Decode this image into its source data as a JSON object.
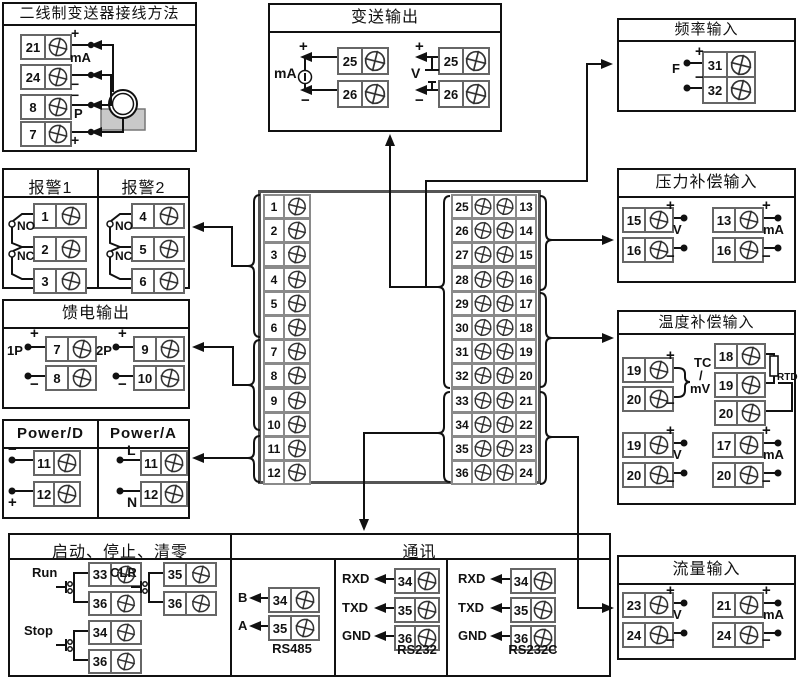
{
  "colors": {
    "line": "#111111",
    "box_border": "#111111",
    "terminal_border": "#666666",
    "strip_border": "#8a8a8a",
    "center_frame": "#555555",
    "background": "#ffffff"
  },
  "center_block": {
    "left_terminals": [
      "1",
      "2",
      "3",
      "4",
      "5",
      "6",
      "7",
      "8",
      "9",
      "10",
      "11",
      "12"
    ],
    "right_terminals_left": [
      "25",
      "26",
      "27",
      "28",
      "29",
      "30",
      "31",
      "32",
      "33",
      "34",
      "35",
      "36"
    ],
    "right_terminals_right": [
      "13",
      "14",
      "15",
      "16",
      "17",
      "18",
      "19",
      "20",
      "21",
      "22",
      "23",
      "24"
    ]
  },
  "boxes": {
    "two_wire": {
      "title": "二线制变送器接线方法",
      "rows": [
        {
          "no": "21",
          "sign": "+"
        },
        {
          "no": "24",
          "sign": "−"
        },
        {
          "no": "8",
          "sign": "−"
        },
        {
          "no": "7",
          "sign": "+"
        }
      ],
      "captions": {
        "ma": "mA",
        "p": "P"
      },
      "transmitter": {
        "minus": "−",
        "plus": "+"
      }
    },
    "transmit_output": {
      "title": "变送输出",
      "groups": [
        {
          "label": "mA",
          "plus": "+",
          "minus": "−",
          "rows": [
            "25",
            "26"
          ]
        },
        {
          "label": "V",
          "plus": "+",
          "minus": "−",
          "rows": [
            "25",
            "26"
          ]
        }
      ]
    },
    "freq_input": {
      "title": "频率输入",
      "label": "F",
      "plus": "+",
      "minus": "−",
      "rows": [
        "31",
        "32"
      ]
    },
    "alarm1": {
      "title": "报警1",
      "no_label": "NO",
      "nc_label": "NC",
      "rows": [
        "1",
        "2",
        "3"
      ]
    },
    "alarm2": {
      "title": "报警2",
      "no_label": "NO",
      "nc_label": "NC",
      "rows": [
        "4",
        "5",
        "6"
      ]
    },
    "feed_output": {
      "title": "馈电输出",
      "groups": [
        {
          "label": "1P",
          "plus": "+",
          "minus": "−",
          "rows": [
            "7",
            "8"
          ]
        },
        {
          "label": "2P",
          "plus": "+",
          "minus": "−",
          "rows": [
            "9",
            "10"
          ]
        }
      ]
    },
    "power_d": {
      "title": "Power/D",
      "rows": [
        {
          "no": "11",
          "sign": "−"
        },
        {
          "no": "12",
          "sign": "+"
        }
      ]
    },
    "power_a": {
      "title": "Power/A",
      "rows": [
        {
          "no": "11",
          "sign": "L"
        },
        {
          "no": "12",
          "sign": "N"
        }
      ]
    },
    "run_stop_clear": {
      "title": "启动、停止、清零",
      "groups": [
        {
          "label": "Run",
          "rows": [
            "33",
            "36"
          ]
        },
        {
          "label": "CLR",
          "rows": [
            "35",
            "36"
          ]
        },
        {
          "label": "Stop",
          "rows": [
            "34",
            "36"
          ]
        }
      ]
    },
    "comm": {
      "title": "通讯",
      "rs485": {
        "label": "RS485",
        "pins": [
          {
            "name": "B",
            "no": "34"
          },
          {
            "name": "A",
            "no": "35"
          }
        ]
      },
      "rs232": {
        "label": "RS232",
        "pins": [
          {
            "name": "RXD",
            "no": "34"
          },
          {
            "name": "TXD",
            "no": "35"
          },
          {
            "name": "GND",
            "no": "36"
          }
        ]
      },
      "rs232c": {
        "label": "RS232C",
        "pins": [
          {
            "name": "RXD",
            "no": "34"
          },
          {
            "name": "TXD",
            "no": "35"
          },
          {
            "name": "GND",
            "no": "36"
          }
        ]
      }
    },
    "pressure_input": {
      "title": "压力补偿输入",
      "groups": [
        {
          "label": "V",
          "plus": "+",
          "minus": "−",
          "rows": [
            "15",
            "16"
          ]
        },
        {
          "label": "mA",
          "plus": "+",
          "minus": "−",
          "rows": [
            "13",
            "16"
          ]
        }
      ]
    },
    "temp_input": {
      "title": "温度补偿输入",
      "tc_group": {
        "label": "TC",
        "sep": "/",
        "label2": "mV",
        "plus": "+",
        "minus": "−",
        "rows": [
          "19",
          "20"
        ]
      },
      "rtd_group": {
        "label": "RTD",
        "rows": [
          "18",
          "19",
          "20"
        ]
      },
      "groups": [
        {
          "label": "V",
          "plus": "+",
          "minus": "−",
          "rows": [
            "19",
            "20"
          ]
        },
        {
          "label": "mA",
          "plus": "+",
          "minus": "−",
          "rows": [
            "17",
            "20"
          ]
        }
      ]
    },
    "flow_input": {
      "title": "流量输入",
      "groups": [
        {
          "label": "V",
          "plus": "+",
          "minus": "−",
          "rows": [
            "23",
            "24"
          ]
        },
        {
          "label": "mA",
          "plus": "+",
          "minus": "−",
          "rows": [
            "21",
            "24"
          ]
        }
      ]
    }
  }
}
